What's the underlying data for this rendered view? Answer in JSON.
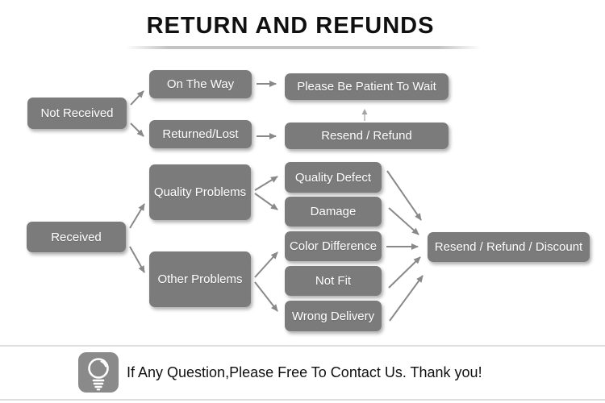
{
  "title": "RETURN AND REFUNDS",
  "flowchart": {
    "nodes": {
      "not_received": "Not Received",
      "on_the_way": "On The Way",
      "returned_lost": "Returned/Lost",
      "patient_wait": "Please Be Patient To Wait",
      "resend_refund": "Resend / Refund",
      "received": "Received",
      "quality_problems": "Quality Problems",
      "other_problems": "Other Problems",
      "quality_defect": "Quality Defect",
      "damage": "Damage",
      "color_difference": "Color Difference",
      "not_fit": "Not Fit",
      "wrong_delivery": "Wrong Delivery",
      "resend_refund_discount": "Resend / Refund / Discount"
    },
    "edges": [
      {
        "from": "Not Received",
        "to": "On The Way"
      },
      {
        "from": "Not Received",
        "to": "Returned/Lost"
      },
      {
        "from": "On The Way",
        "to": "Please Be Patient To Wait"
      },
      {
        "from": "Returned/Lost",
        "to": "Resend / Refund"
      },
      {
        "from": "Resend / Refund",
        "to": "Please Be Patient To Wait"
      },
      {
        "from": "Received",
        "to": "Quality Problems"
      },
      {
        "from": "Received",
        "to": "Other Problems"
      },
      {
        "from": "Quality Problems",
        "to": "Quality Defect"
      },
      {
        "from": "Quality Problems",
        "to": "Damage"
      },
      {
        "from": "Other Problems",
        "to": "Color Difference"
      },
      {
        "from": "Other Problems",
        "to": "Wrong Delivery"
      },
      {
        "from": "Quality Defect",
        "to": "Resend / Refund / Discount"
      },
      {
        "from": "Damage",
        "to": "Resend / Refund / Discount"
      },
      {
        "from": "Color Difference",
        "to": "Resend / Refund / Discount"
      },
      {
        "from": "Not Fit",
        "to": "Resend / Refund / Discount"
      },
      {
        "from": "Wrong Delivery",
        "to": "Resend / Refund / Discount"
      }
    ]
  },
  "footer": {
    "icon": "lightbulb-icon",
    "message": "If Any Question,Please Free To Contact Us. Thank you!"
  },
  "colors": {
    "node_fill": "#7b7b7b",
    "node_text": "#ffffff",
    "arrow": "#898989",
    "thin_arrow": "#a3a3a3",
    "title_text": "#101010",
    "divider": "#dedede",
    "badge_fill": "#8a8a8a"
  }
}
